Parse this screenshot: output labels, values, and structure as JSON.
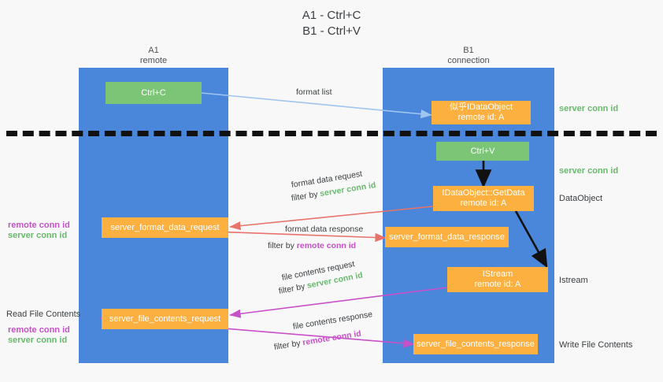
{
  "title": {
    "line1": "A1 - Ctrl+C",
    "line2": "B1 - Ctrl+V"
  },
  "lanes": [
    {
      "id": "a1",
      "name": "A1",
      "sub": "remote",
      "color": "#4a86d9"
    },
    {
      "id": "b1",
      "name": "B1",
      "sub": "connection",
      "color": "#4a86d9"
    }
  ],
  "nodes": {
    "ctrl_c": {
      "label": "Ctrl+C",
      "color": "#7cc576"
    },
    "ctrl_v": {
      "label": "Ctrl+V",
      "color": "#7cc576"
    },
    "idataobject": {
      "line1": "似乎IDataObject",
      "line2": "remote id: A",
      "color": "#fcb040"
    },
    "getdata": {
      "line1": "IDataObject::GetData",
      "line2": "remote id: A",
      "color": "#fcb040"
    },
    "istream": {
      "line1": "IStream",
      "line2": "remote id: A",
      "color": "#fcb040"
    },
    "format_data_request": {
      "label": "server_format_data_request",
      "color": "#fcb040"
    },
    "format_data_response": {
      "label": "server_format_data_response",
      "color": "#fcb040"
    },
    "file_contents_request": {
      "label": "server_file_contents_request",
      "color": "#fcb040"
    },
    "file_contents_response": {
      "label": "server_file_contents_response",
      "color": "#fcb040"
    }
  },
  "edge_labels": {
    "format_list": "format list",
    "format_data_request": "format data request",
    "format_data_request_filter_prefix": "filter by ",
    "format_data_request_filter_value": "server conn id",
    "format_data_response": "format data response",
    "format_data_response_filter_prefix": "filter by ",
    "format_data_response_filter_value": "remote conn id",
    "file_contents_request": "file contents request",
    "file_contents_request_filter_prefix": "filter by ",
    "file_contents_request_filter_value": "server conn id",
    "file_contents_response": "file contents response",
    "file_contents_response_filter_prefix": "filter by ",
    "file_contents_response_filter_value": "remote conn id"
  },
  "annotations": {
    "right_server_conn_id_1": "server conn id",
    "right_server_conn_id_2": "server conn id",
    "right_dataobject": "DataObject",
    "right_istream": "Istream",
    "right_write_file_contents": "Write File Contents",
    "left_remote_conn_id_1": "remote conn id",
    "left_server_conn_id_1": "server conn id",
    "left_read_file_contents": "Read File Contents",
    "left_remote_conn_id_2": "remote conn id",
    "left_server_conn_id_2": "server conn id"
  },
  "colors": {
    "lane": "#4a86d9",
    "green_node": "#7cc576",
    "orange_node": "#fcb040",
    "green_text": "#66bb6a",
    "magenta_text": "#c850c8",
    "arrow_blue": "#9fc5f0",
    "arrow_red": "#e8736a",
    "arrow_magenta": "#c850c8",
    "arrow_black": "#111111",
    "background": "#f8f8f8"
  }
}
